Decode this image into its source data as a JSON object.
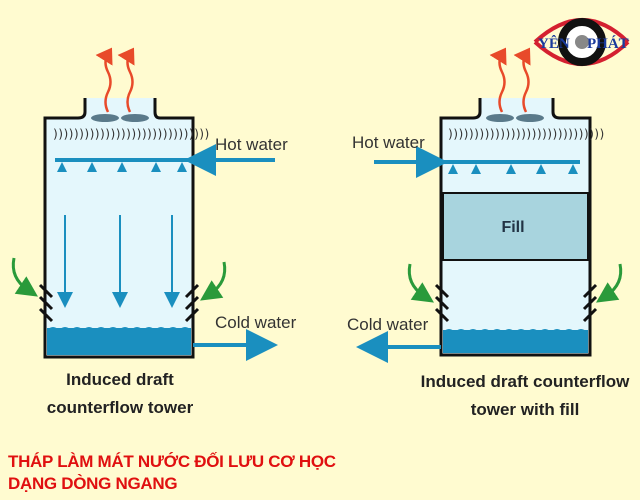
{
  "logo": {
    "text_left": "YÊN",
    "text_right": "PHÁT",
    "brand_red": "#d42030",
    "brand_blue": "#1a3a9c"
  },
  "left_tower": {
    "hot_water_label": "Hot water",
    "cold_water_label": "Cold water",
    "caption_line1": "Induced draft",
    "caption_line2": "counterflow  tower"
  },
  "right_tower": {
    "hot_water_label": "Hot water",
    "cold_water_label": "Cold water",
    "fill_label": "Fill",
    "caption_line1": "Induced draft counterflow",
    "caption_line2": "tower with fill"
  },
  "title": {
    "line1": "THÁP LÀM MÁT NƯỚC ĐỐI LƯU CƠ HỌC",
    "line2": "DẠNG DÒNG NGANG"
  },
  "colors": {
    "water": "#1a8fbf",
    "fill": "#a8d4de",
    "interior": "#e4f7fc",
    "air_arrow": "#2a9a3a",
    "heat_arrow": "#e84a2a"
  }
}
